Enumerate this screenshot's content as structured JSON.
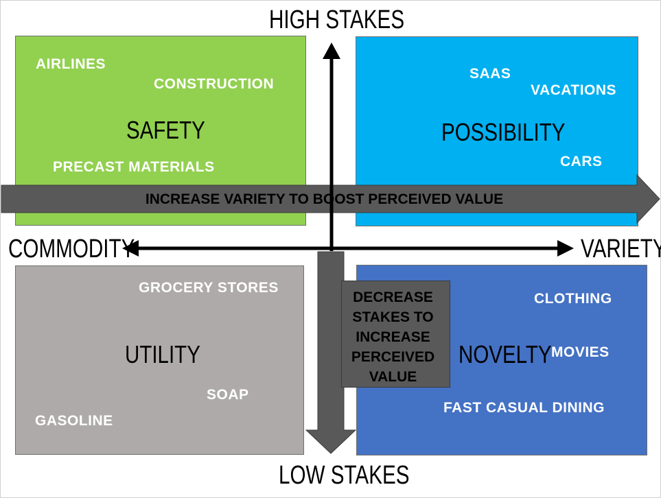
{
  "axes": {
    "top": "HIGH STAKES",
    "bottom": "LOW STAKES",
    "left": "COMMODITY",
    "right": "VARIETY"
  },
  "quadrants": {
    "safety": {
      "title": "SAFETY",
      "color": "#92d050",
      "items": [
        "AIRLINES",
        "CONSTRUCTION",
        "PRECAST MATERIALS"
      ]
    },
    "possibility": {
      "title": "POSSIBILITY",
      "color": "#00b0f0",
      "items": [
        "SAAS",
        "VACATIONS",
        "CARS"
      ]
    },
    "utility": {
      "title": "UTILITY",
      "color": "#aeaaaa",
      "items": [
        "GROCERY STORES",
        "SOAP",
        "GASOLINE"
      ]
    },
    "novelty": {
      "title": "NOVELTY",
      "color": "#4472c4",
      "items": [
        "CLOTHING",
        "MOVIES",
        "FAST CASUAL DINING"
      ]
    }
  },
  "arrows": {
    "horizontal_banner": "INCREASE VARIETY TO BOOST PERCEIVED VALUE",
    "vertical_banner": [
      "DECREASE",
      "STAKES TO",
      "INCREASE",
      "PERCEIVED",
      "VALUE"
    ],
    "banner_color": "#595959"
  }
}
